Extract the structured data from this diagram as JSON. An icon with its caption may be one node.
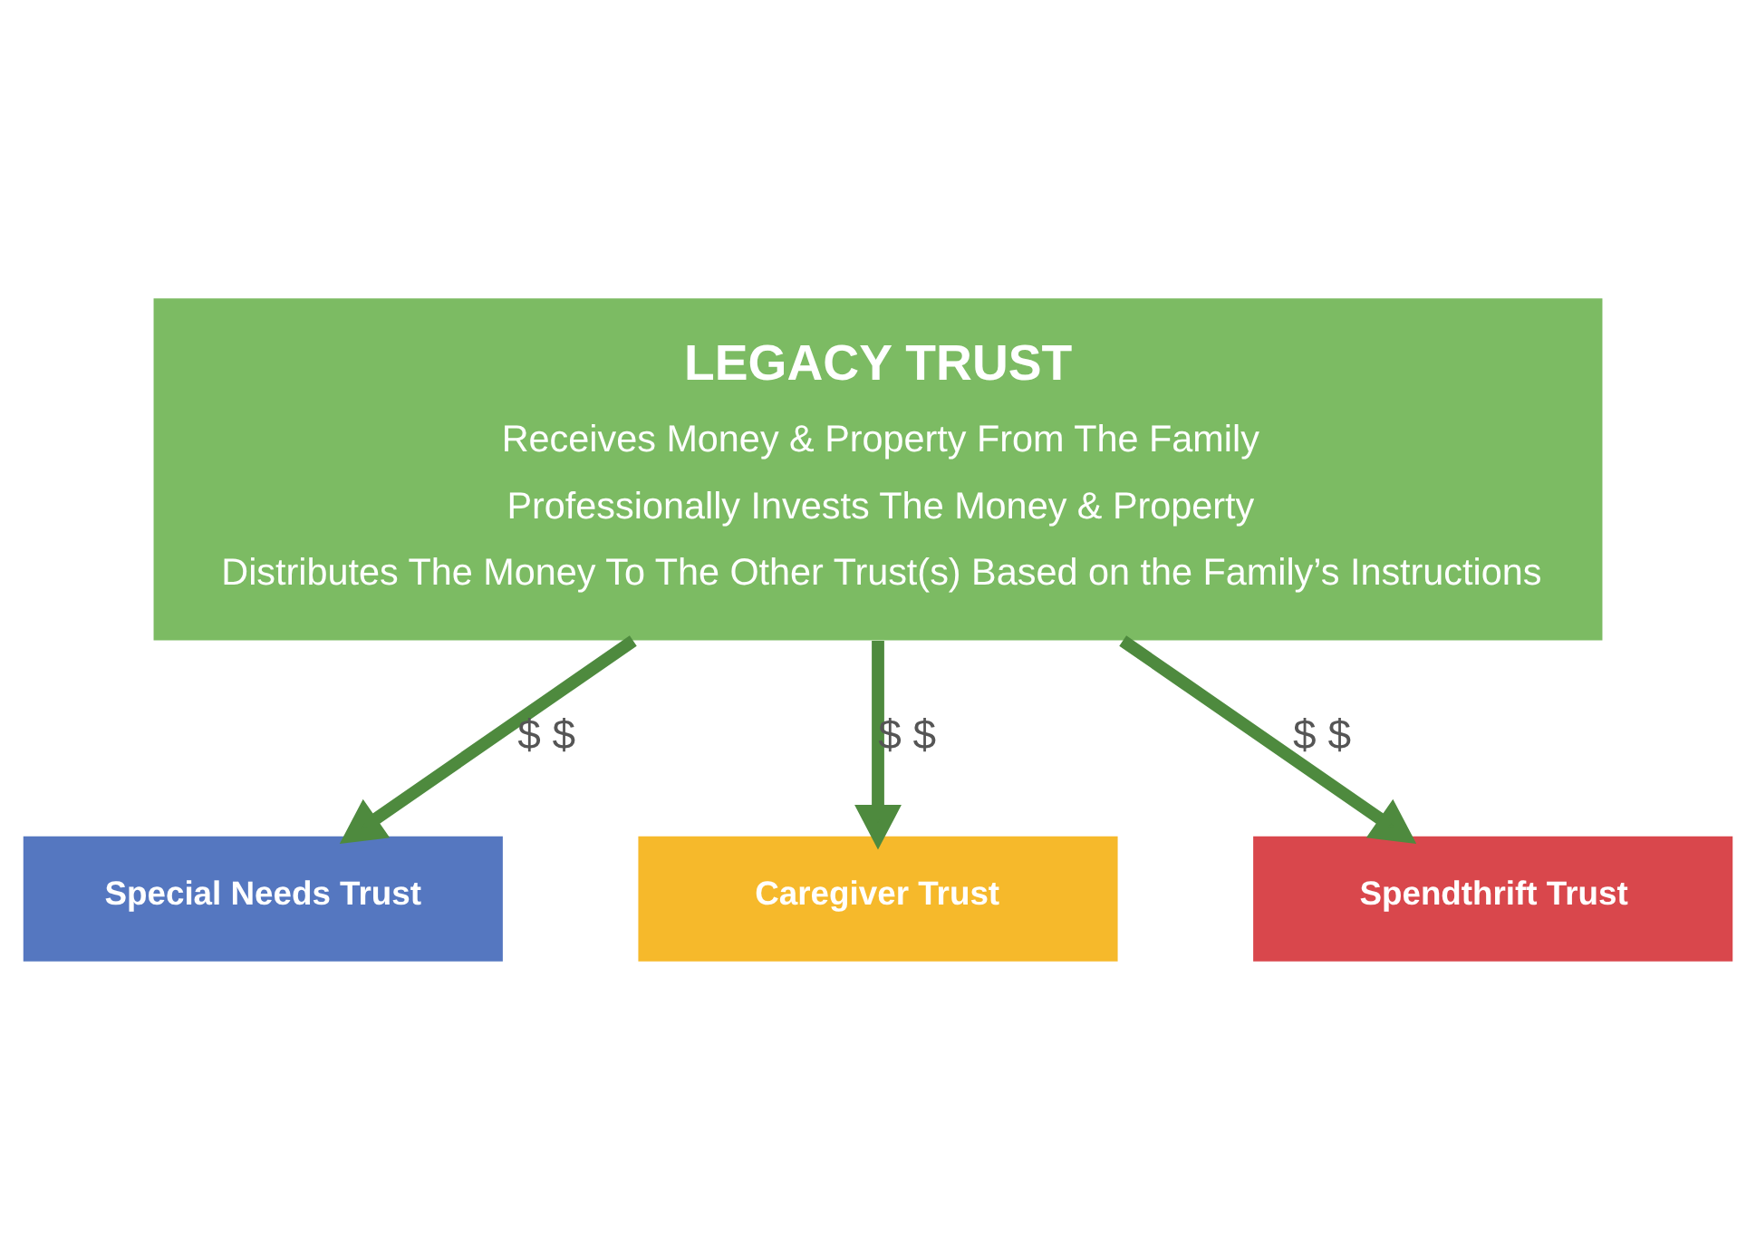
{
  "diagram": {
    "nodes": [
      {
        "text": [
          "LEGACY TRUST",
          "Receives Money & Property From The Family",
          "Professionally Invests The Money & Property",
          "Distributes The Money To The Other Trust(s) Based on the Family’s Instructions"
        ]
      },
      {
        "text": [
          "Special Needs Trust"
        ]
      },
      {
        "text": [
          "Caregiver Trust"
        ]
      },
      {
        "text": [
          "Spendthrift Trust"
        ]
      }
    ],
    "edges": [
      {
        "from": 0,
        "to": 1,
        "arrow": "to",
        "label": "$ $"
      },
      {
        "from": 0,
        "to": 2,
        "arrow": "to",
        "label": "$ $"
      },
      {
        "from": 0,
        "to": 3,
        "arrow": "to",
        "label": "$ $"
      }
    ]
  }
}
